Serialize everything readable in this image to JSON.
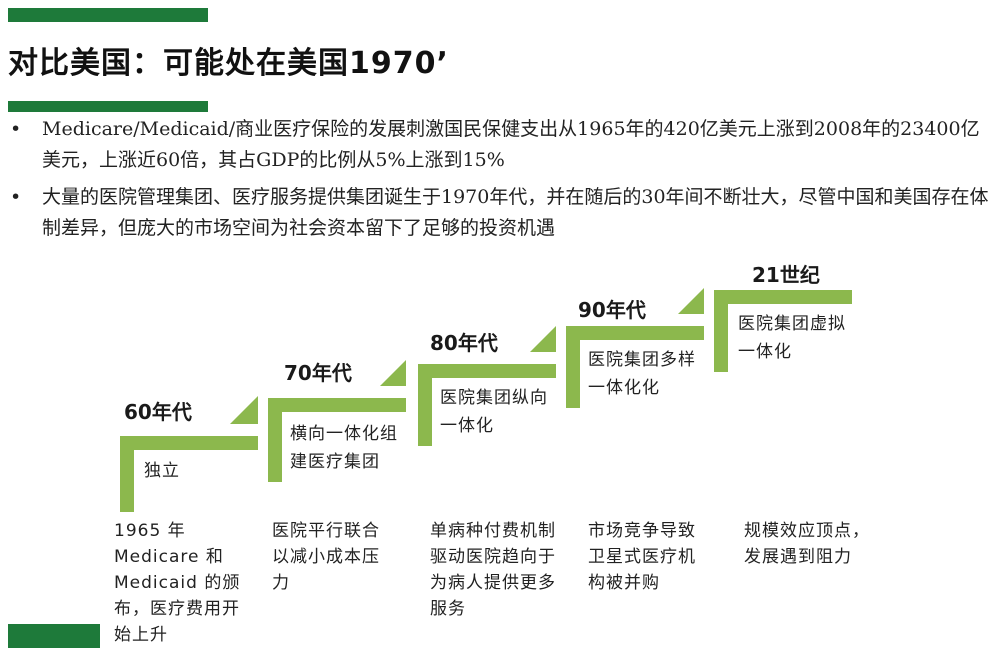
{
  "header": {
    "title": "对比美国：可能处在美国1970’"
  },
  "bullets": [
    "Medicare/Medicaid/商业医疗保险的发展刺激国民保健支出从1965年的420亿美元上涨到2008年的23400亿美元，上涨近60倍，其占GDP的比例从5%上涨到15%",
    "大量的医院管理集团、医疗服务提供集团诞生于1970年代，并在随后的30年间不断壮大，尽管中国和美国存在体制差异，但庞大的市场空间为社会资本留下了足够的投资机遇"
  ],
  "bullet_symbol": "•",
  "stages": [
    {
      "era": "60年代",
      "inner": "独立",
      "desc": "1965 年 Medicare 和Medicaid 的颁布，医疗费用开始上升"
    },
    {
      "era": "70年代",
      "inner": "横向一体化组建医疗集团",
      "desc": "医院平行联合以减小成本压力"
    },
    {
      "era": "80年代",
      "inner": "医院集团纵向一体化",
      "desc": "单病种付费机制驱动医院趋向于为病人提供更多服务"
    },
    {
      "era": "90年代",
      "inner": "医院集团多样一体化化",
      "desc": "市场竞争导致卫星式医疗机构被并购"
    },
    {
      "era": "21世纪",
      "inner": "医院集团虚拟一体化",
      "desc": "规模效应顶点，发展遇到阻力"
    }
  ],
  "colors": {
    "stair_green": "#8cb84d",
    "bar_green": "#1e7a3a"
  }
}
